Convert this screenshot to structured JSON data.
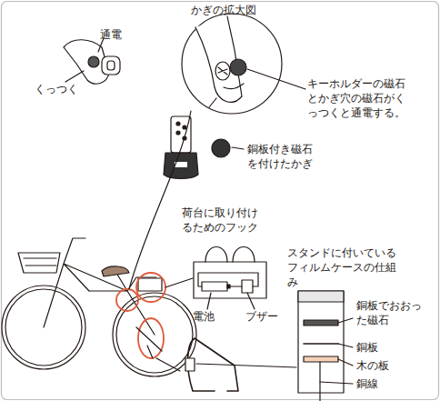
{
  "diagram": {
    "labels": [
      "かぎの拡大図",
      "通電",
      "くっつく",
      "キーホルダーの磁石とかぎ穴の磁石がくっつくと通電する。",
      "銅板付き磁石を付けたかぎ",
      "荷台に取り付けるためのフック",
      "スタンドに付いているフィルムケースの仕組み",
      "電池",
      "ブザー",
      "銅板でおおった磁石",
      "銅板",
      "木の板",
      "銅線"
    ]
  }
}
